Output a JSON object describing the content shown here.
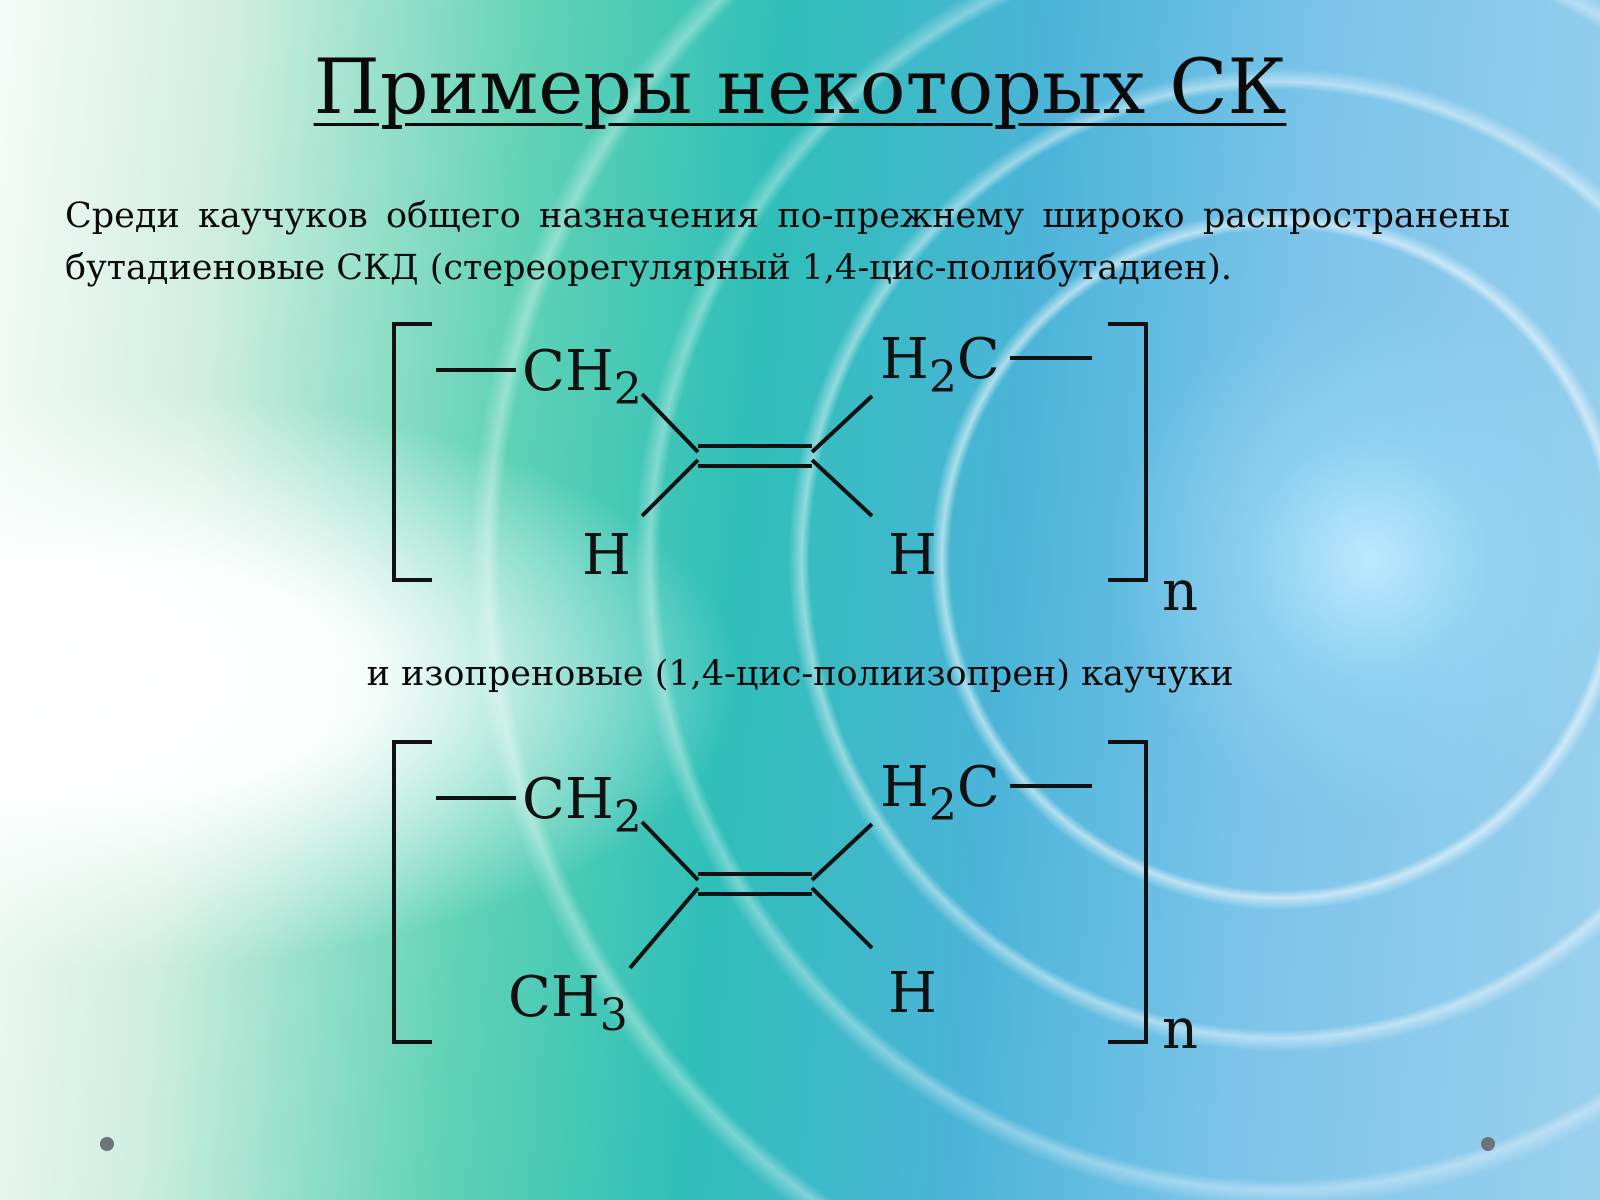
{
  "title": "Примеры некоторых СК",
  "intro_text": "Среди каучуков общего назначения по-прежнему широко распространены бутадиеновые СКД (стереорегулярный 1,4-цис-полибутадиен).",
  "caption": "и изопреновые (1,4-цис-полиизопрен) каучуки",
  "formula_butadiene": {
    "left_group": "CH",
    "left_group_sub": "2",
    "right_group_pre": "H",
    "right_group_sub": "2",
    "right_group_post": "C",
    "bottom_left": "H",
    "bottom_right": "H",
    "repeat_index": "n"
  },
  "formula_isoprene": {
    "left_group": "CH",
    "left_group_sub": "2",
    "right_group_pre": "H",
    "right_group_sub": "2",
    "right_group_post": "C",
    "bottom_left": "CH",
    "bottom_left_sub": "3",
    "bottom_right": "H",
    "repeat_index": "n"
  }
}
